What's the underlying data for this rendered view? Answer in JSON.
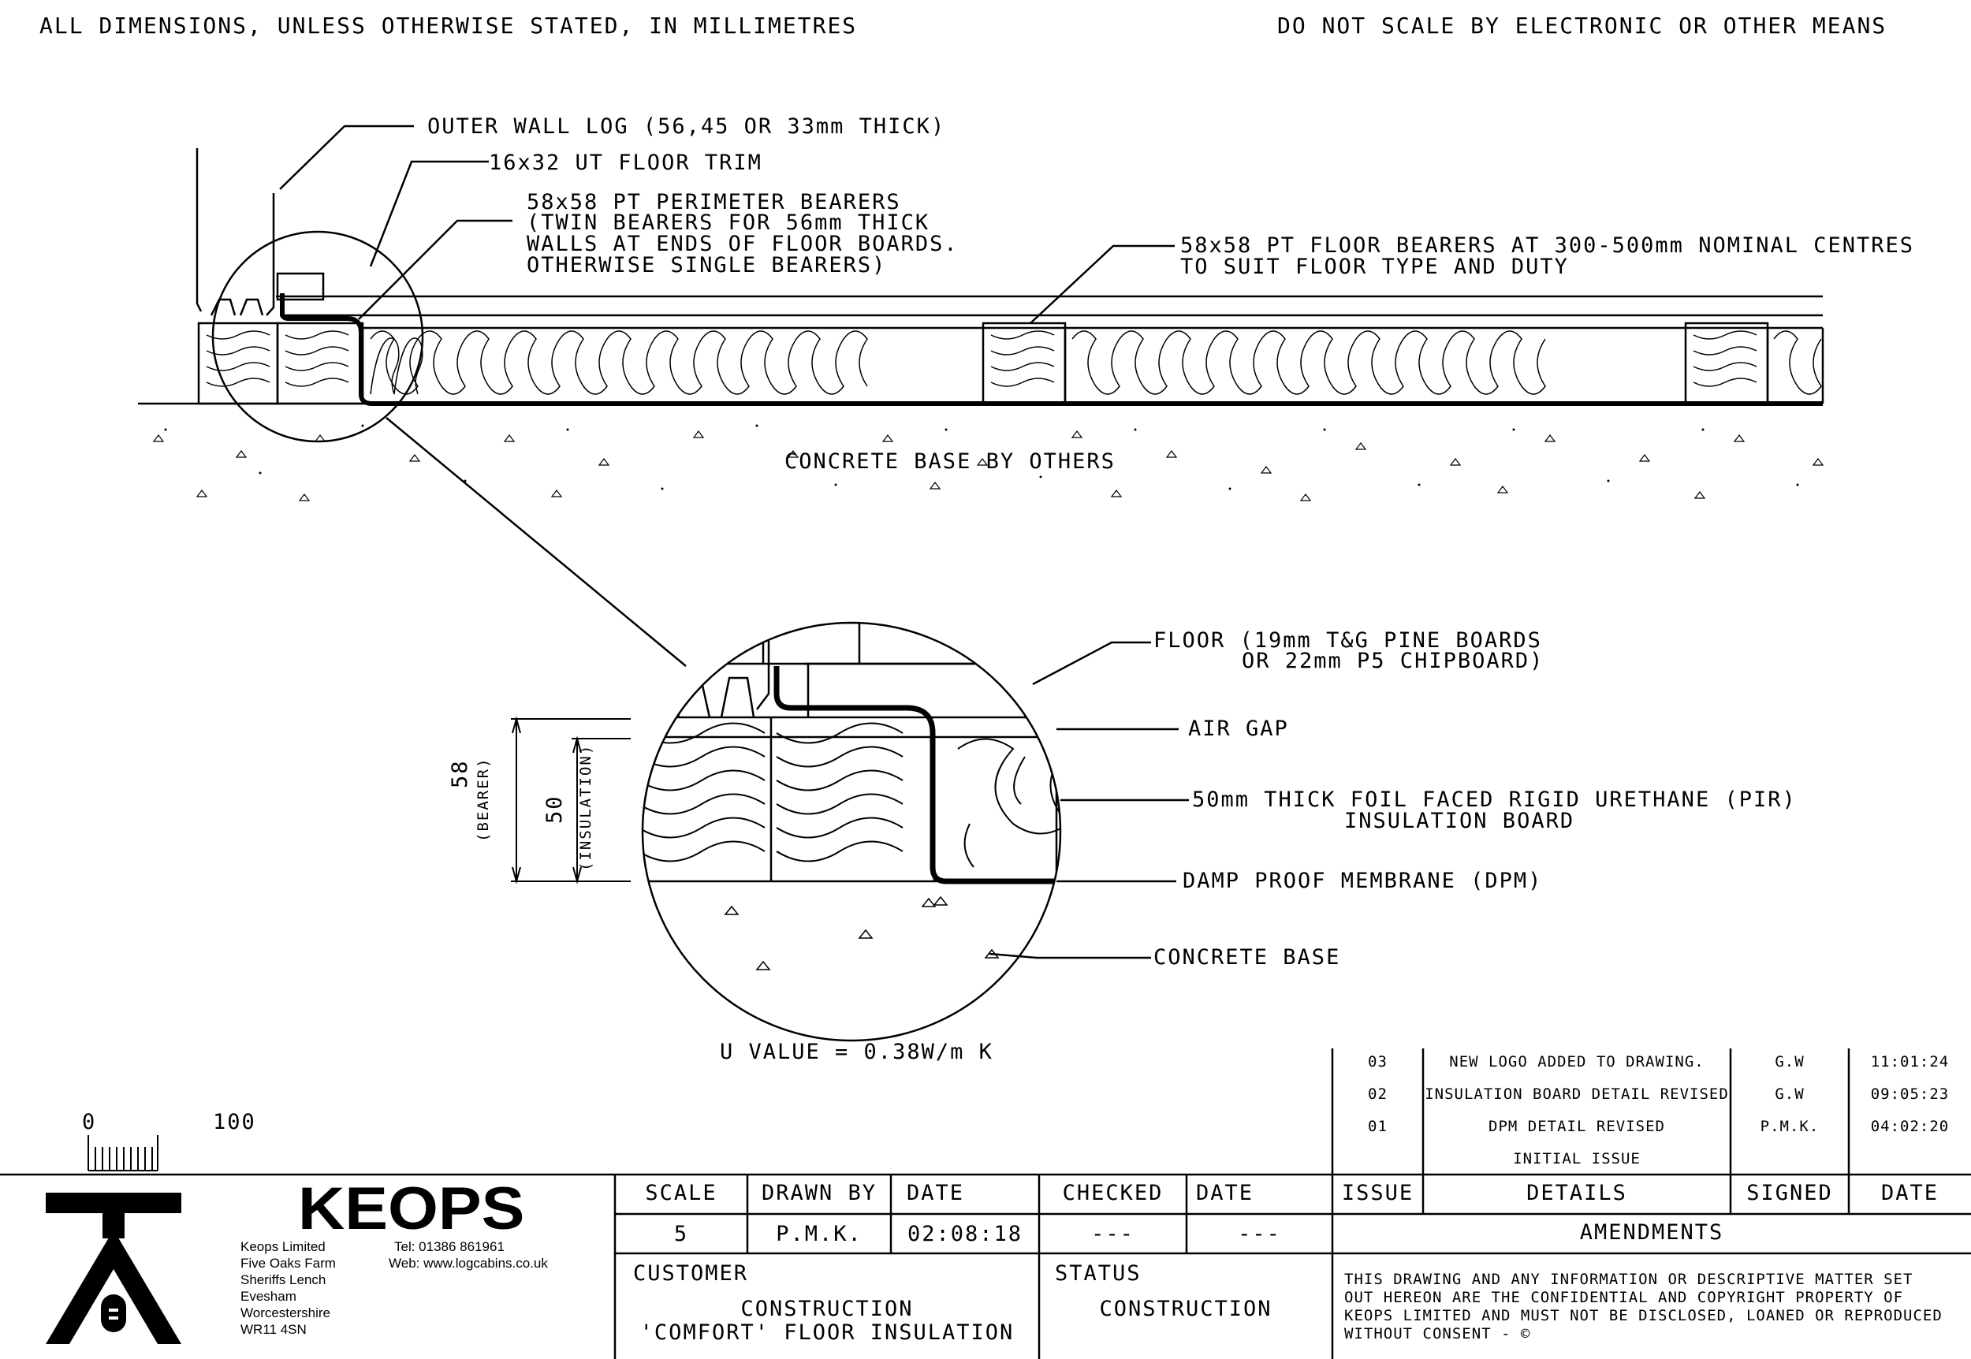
{
  "header": {
    "left": "ALL DIMENSIONS, UNLESS OTHERWISE STATED, IN MILLIMETRES",
    "right": "DO NOT SCALE BY ELECTRONIC OR OTHER MEANS"
  },
  "labels": {
    "outer_wall_log": "OUTER WALL LOG (56,45 OR 33mm THICK)",
    "floor_trim": "16x32 UT FLOOR TRIM",
    "perimeter_bearers": [
      "58x58 PT PERIMETER BEARERS",
      "(TWIN BEARERS FOR 56mm THICK",
      "WALLS AT ENDS OF FLOOR BOARDS.",
      "OTHERWISE SINGLE BEARERS)"
    ],
    "floor_bearers": [
      "58x58 PT FLOOR BEARERS AT 300-500mm NOMINAL CENTRES",
      "TO SUIT FLOOR TYPE AND DUTY"
    ],
    "concrete_base_by_others": "CONCRETE BASE BY OTHERS",
    "floor": [
      "FLOOR (19mm T&G PINE BOARDS",
      "OR 22mm P5 CHIPBOARD)"
    ],
    "air_gap": "AIR GAP",
    "insulation": [
      "50mm THICK FOIL FACED RIGID URETHANE (PIR)",
      "INSULATION BOARD"
    ],
    "dpm": "DAMP PROOF MEMBRANE (DPM)",
    "concrete_base": "CONCRETE BASE",
    "u_value": "U VALUE = 0.38W/m K"
  },
  "dimensions": {
    "bearer_value": "58",
    "bearer_label": "(BEARER)",
    "insulation_value": "50",
    "insulation_label": "(INSULATION)"
  },
  "scale_bar": {
    "start": "0",
    "end": "100"
  },
  "amendments": [
    {
      "issue": "03",
      "details": "NEW LOGO ADDED TO DRAWING.",
      "signed": "G.W",
      "date": "11:01:24"
    },
    {
      "issue": "02",
      "details": "INSULATION BOARD DETAIL REVISED",
      "signed": "G.W",
      "date": "09:05:23"
    },
    {
      "issue": "01",
      "details": "DPM DETAIL REVISED",
      "signed": "P.M.K.",
      "date": "04:02:20"
    },
    {
      "issue": "",
      "details": "INITIAL ISSUE",
      "signed": "",
      "date": ""
    }
  ],
  "amendments_header": {
    "issue": "ISSUE",
    "details": "DETAILS",
    "signed": "SIGNED",
    "date": "DATE",
    "title": "AMENDMENTS"
  },
  "title_block": {
    "scale_label": "SCALE",
    "scale_value": "5",
    "drawn_by_label": "DRAWN BY",
    "drawn_by_value": "P.M.K.",
    "date_label": "DATE",
    "date_value": "02:08:18",
    "checked_label": "CHECKED",
    "checked_value": "---",
    "date2_label": "DATE",
    "date2_value": "---",
    "customer_label": "CUSTOMER",
    "customer_line1": "CONSTRUCTION",
    "customer_line2": "'COMFORT' FLOOR INSULATION",
    "status_label": "STATUS",
    "status_value": "CONSTRUCTION",
    "notice": [
      "THIS DRAWING AND ANY INFORMATION OR DESCRIPTIVE MATTER SET",
      "OUT HEREON ARE THE CONFIDENTIAL AND COPYRIGHT PROPERTY OF",
      "KEOPS LIMITED AND MUST NOT BE DISCLOSED, LOANED OR REPRODUCED",
      "WITHOUT CONSENT - ©"
    ]
  },
  "company": {
    "logo_text": "KEOPS",
    "address": [
      "Keops Limited",
      "Five Oaks Farm",
      "Sheriffs Lench",
      "Evesham",
      "Worcestershire",
      "WR11 4SN"
    ],
    "tel": "Tel: 01386 861961",
    "web": "Web: www.logcabins.co.uk"
  }
}
